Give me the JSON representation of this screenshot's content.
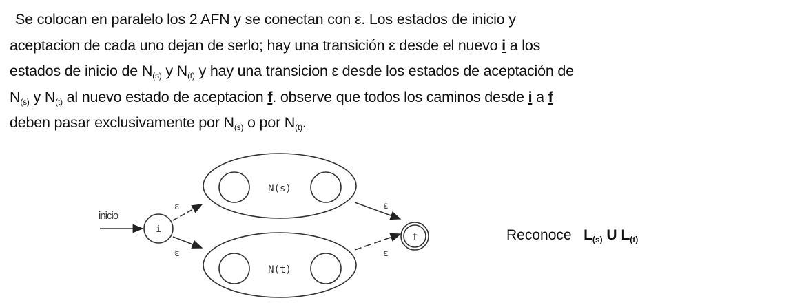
{
  "paragraph": [
    [
      {
        "t": "Se colocan en paralelo los 2 AFN y se conectan con ε. Los estados de inicio y"
      }
    ],
    [
      {
        "t": "aceptacion de cada uno dejan de serlo; hay una transición ε desde el nuevo "
      },
      {
        "t": "i",
        "u": true
      },
      {
        "t": " a los"
      }
    ],
    [
      {
        "t": "estados de inicio de N"
      },
      {
        "t": "(s)",
        "sub": true
      },
      {
        "t": " y N"
      },
      {
        "t": "(t)",
        "sub": true
      },
      {
        "t": " y hay una transicion ε desde los estados de aceptación de"
      }
    ],
    [
      {
        "t": "N"
      },
      {
        "t": "(s)",
        "sub": true
      },
      {
        "t": " y N"
      },
      {
        "t": "(t)",
        "sub": true
      },
      {
        "t": " al nuevo estado de aceptacion "
      },
      {
        "t": "f",
        "u": true
      },
      {
        "t": ". observe que todos los caminos desde "
      },
      {
        "t": "i",
        "u": true
      },
      {
        "t": " a "
      },
      {
        "t": "f",
        "u": true
      }
    ],
    [
      {
        "t": "deben pasar exclusivamente por N"
      },
      {
        "t": "(s)",
        "sub": true
      },
      {
        "t": " o por N"
      },
      {
        "t": "(t)",
        "sub": true
      },
      {
        "t": "."
      }
    ]
  ],
  "diagram": {
    "start_label": "inicio",
    "start_state": "i",
    "final_state": "f",
    "top_nfa": "N(s)",
    "bottom_nfa": "N(t)",
    "epsilon": "ε"
  },
  "reconoce": {
    "label": "Reconoce",
    "l1": "L",
    "l1_sub": "(s)",
    "union": "U",
    "l2": "L",
    "l2_sub": "(t)"
  }
}
